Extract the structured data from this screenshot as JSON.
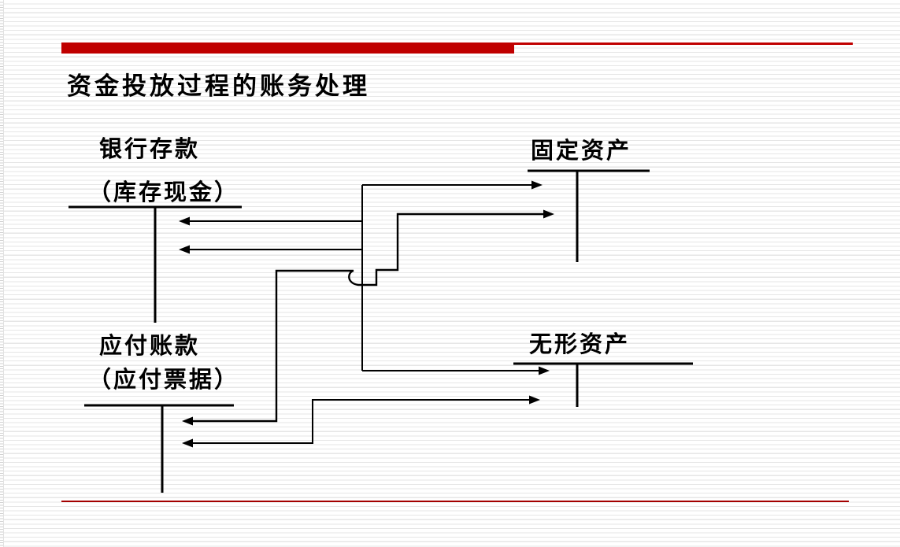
{
  "slide": {
    "title": "资金投放过程的账务处理",
    "colors": {
      "accent_bar": "#c00000",
      "thin_rule_top": "#c00000",
      "thin_rule_bottom": "#a40000",
      "diagram_ink": "#000000"
    },
    "accounts": {
      "bank": {
        "name": "银行存款",
        "subname": "（库存现金）"
      },
      "fixed": {
        "name": "固定资产"
      },
      "payable": {
        "name": "应付账款",
        "subname": "（应付票据）"
      },
      "intangible": {
        "name": "无形资产"
      }
    },
    "connections": [
      {
        "from": "银行存款",
        "to": "固定资产",
        "style": "double-headed elbow arrow"
      },
      {
        "from": "银行存款",
        "to": "无形资产",
        "style": "double-headed elbow arrow"
      },
      {
        "from": "应付账款",
        "to": "固定资产",
        "style": "double-headed elbow arrow with line hop"
      },
      {
        "from": "应付账款",
        "to": "无形资产",
        "style": "double-headed elbow arrow"
      }
    ]
  }
}
